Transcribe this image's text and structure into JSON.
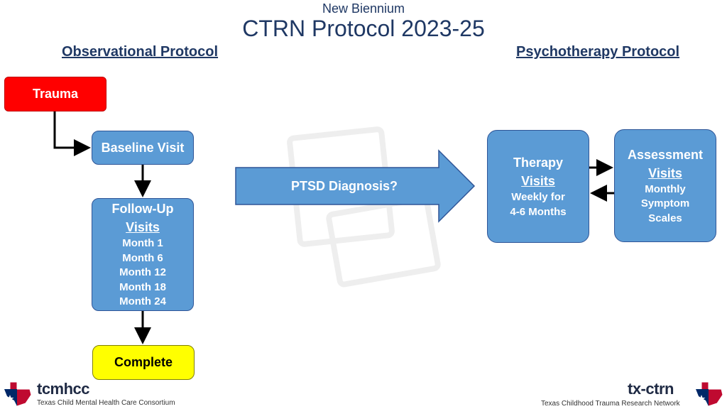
{
  "header": {
    "subtitle": "New Biennium",
    "title": "CTRN Protocol 2023-25"
  },
  "sections": {
    "left": "Observational Protocol",
    "right": "Psychotherapy Protocol"
  },
  "nodes": {
    "trauma": "Trauma",
    "baseline": "Baseline Visit",
    "followup": {
      "title_1": "Follow-Up",
      "title_2": "Visits",
      "lines": [
        "Month 1",
        "Month 6",
        "Month 12",
        "Month 18",
        "Month 24"
      ]
    },
    "complete": "Complete",
    "decision": "PTSD Diagnosis?",
    "therapy": {
      "title_1": "Therapy",
      "title_2": "Visits",
      "lines": [
        "Weekly for",
        "4-6 Months"
      ]
    },
    "assessment": {
      "title_1": "Assessment",
      "title_2": "Visits",
      "lines": [
        "Monthly",
        "Symptom",
        "Scales"
      ]
    }
  },
  "footer": {
    "left_logo": "tcmhcc",
    "left_caption": "Texas Child Mental Health Care Consortium",
    "right_logo": "tx-ctrn",
    "right_caption": "Texas Childhood Trauma Research Network"
  },
  "colors": {
    "primary_blue": "#5b9bd5",
    "dark_blue": "#1f3864",
    "trauma_red": "#ff0000",
    "complete_yellow": "#ffff00"
  }
}
